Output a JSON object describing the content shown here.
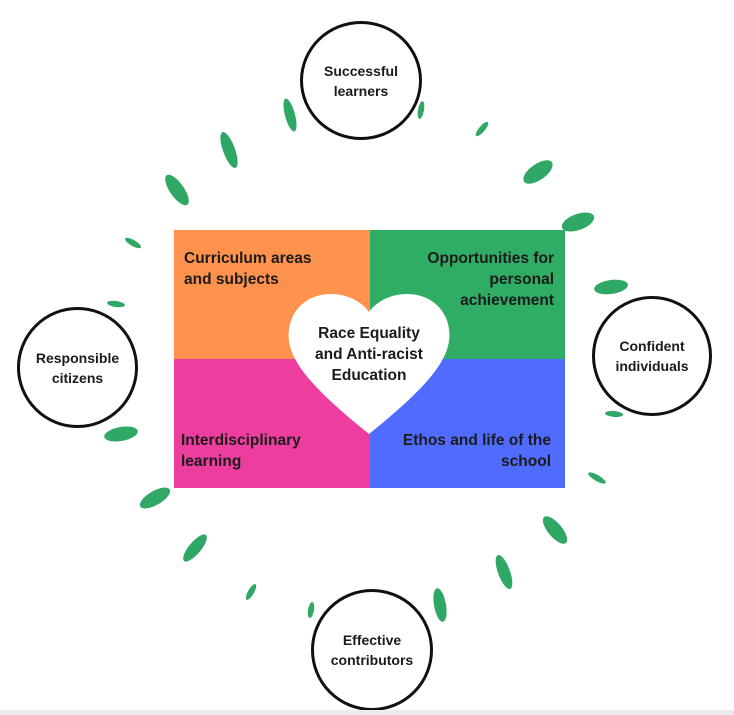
{
  "colors": {
    "orange": "#ff924c",
    "green": "#30ad64",
    "pink": "#ed3d9e",
    "blue": "#506cff",
    "leaf": "#2fa866"
  },
  "quadrants": {
    "top_left": "Curriculum areas\nand subjects",
    "top_right": "Opportunities for\npersonal\nachievement",
    "bottom_left": "Interdisciplinary\nlearning",
    "bottom_right": "Ethos and life of the\nschool"
  },
  "center": "Race Equality\nand Anti-racist\nEducation",
  "outcomes": {
    "top": "Successful\nlearners",
    "right": "Confident\nindividuals",
    "bottom": "Effective\ncontributors",
    "left": "Responsible\ncitizens"
  }
}
